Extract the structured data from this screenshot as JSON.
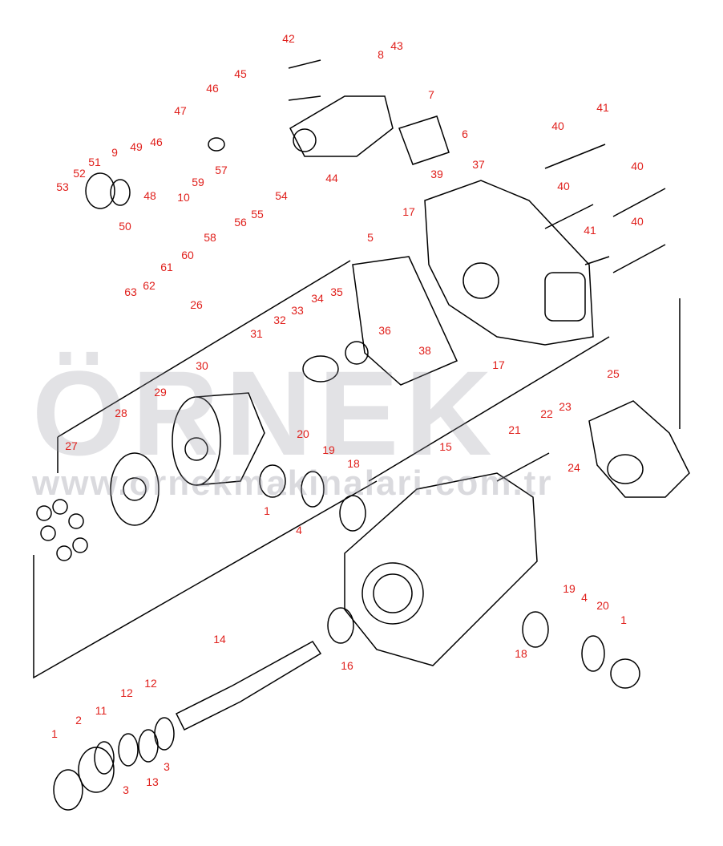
{
  "watermark": {
    "brand": "ÖRNEK",
    "url": "www.ornekmakinalari.com.tr"
  },
  "colors": {
    "label": "#e0201c",
    "line": "#000000",
    "watermark": "#9696a0"
  },
  "part_labels": [
    "42",
    "8",
    "43",
    "7",
    "6",
    "45",
    "46",
    "47",
    "9",
    "49",
    "46",
    "51",
    "52",
    "53",
    "48",
    "50",
    "10",
    "59",
    "57",
    "58",
    "56",
    "55",
    "54",
    "44",
    "60",
    "61",
    "62",
    "63",
    "40",
    "41",
    "37",
    "39",
    "40",
    "40",
    "40",
    "41",
    "17",
    "5",
    "26",
    "35",
    "34",
    "33",
    "32",
    "31",
    "36",
    "38",
    "17",
    "30",
    "29",
    "28",
    "25",
    "22",
    "23",
    "21",
    "20",
    "19",
    "15",
    "24",
    "27",
    "18",
    "1",
    "4",
    "14",
    "16",
    "19",
    "4",
    "20",
    "1",
    "18",
    "12",
    "12",
    "11",
    "2",
    "1",
    "3",
    "13",
    "3"
  ]
}
